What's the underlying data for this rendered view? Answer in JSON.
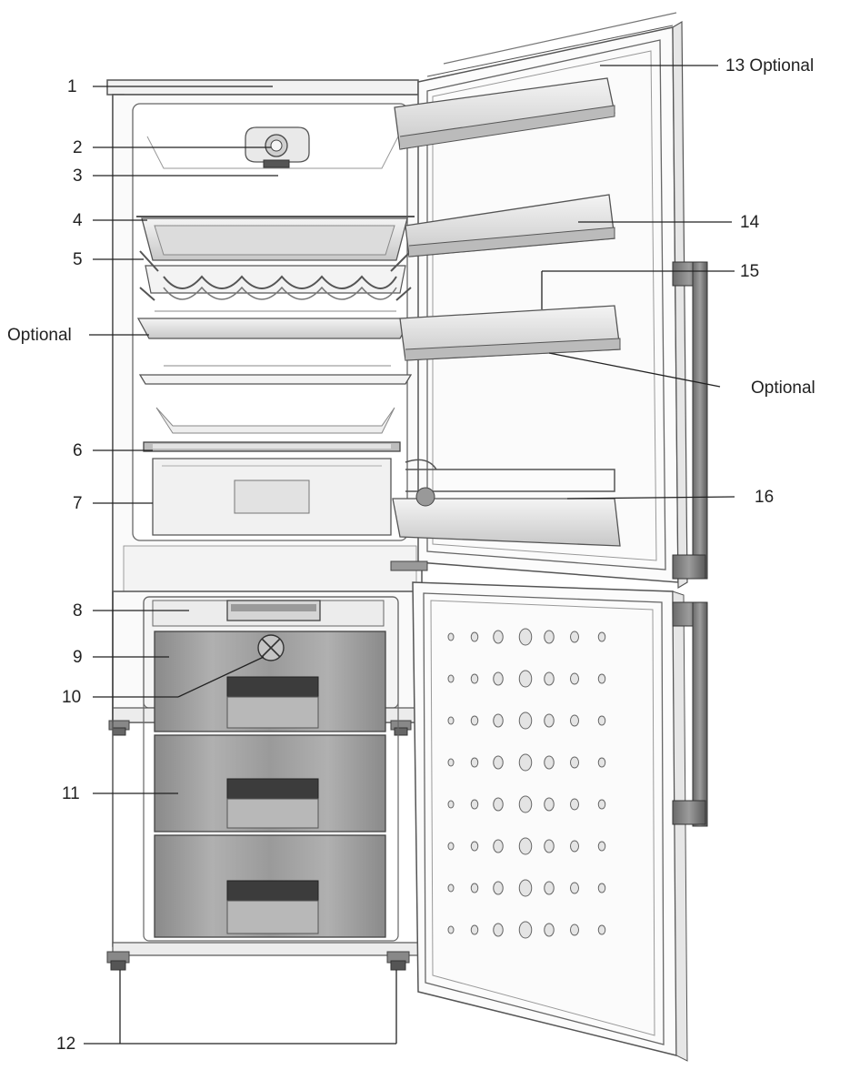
{
  "diagram": {
    "callouts": [
      {
        "id": "c1",
        "text": "1"
      },
      {
        "id": "c2",
        "text": "2"
      },
      {
        "id": "c3",
        "text": "3"
      },
      {
        "id": "c4",
        "text": "4"
      },
      {
        "id": "c5",
        "text": "5"
      },
      {
        "id": "c_opt_left",
        "text": "Optional"
      },
      {
        "id": "c6",
        "text": "6"
      },
      {
        "id": "c7",
        "text": "7"
      },
      {
        "id": "c8",
        "text": "8"
      },
      {
        "id": "c9",
        "text": "9"
      },
      {
        "id": "c10",
        "text": "10"
      },
      {
        "id": "c11",
        "text": "11"
      },
      {
        "id": "c12",
        "text": "12"
      },
      {
        "id": "c13",
        "text": "13 Optional"
      },
      {
        "id": "c14",
        "text": "14"
      },
      {
        "id": "c15",
        "text": "15"
      },
      {
        "id": "c_opt_right",
        "text": "Optional"
      },
      {
        "id": "c16",
        "text": "16"
      }
    ]
  }
}
